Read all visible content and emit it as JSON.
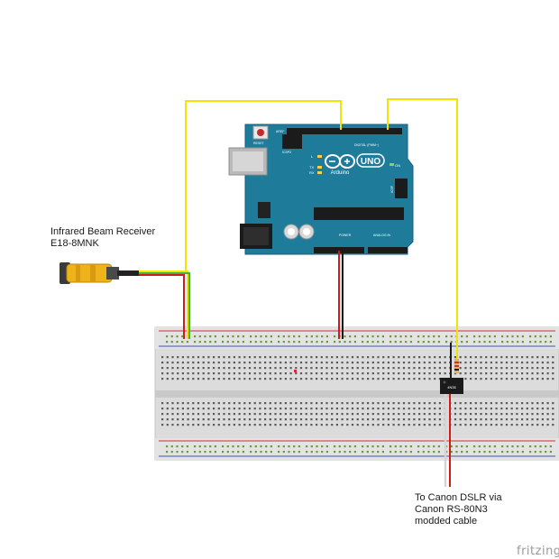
{
  "receiver": {
    "label_line1": "Infrared Beam Receiver",
    "label_line2": "E18-8MNK"
  },
  "output": {
    "label_line1": "To Canon DSLR via",
    "label_line2": "Canon RS-80N3",
    "label_line3": "modded cable"
  },
  "arduino": {
    "logo_text": "Arduino",
    "model": "UNO",
    "on_label": "ON",
    "l_label": "L",
    "tx_label": "TX",
    "rx_label": "RX",
    "reset_label": "RESET",
    "icsp_label": "ICSP",
    "icsp2_label": "ICSP2",
    "digital_label": "DIGITAL (PWM~)",
    "power_label": "POWER",
    "analog_label": "ANALOG IN",
    "aref_label": "AREF"
  },
  "optocoupler": {
    "label": "4N35"
  },
  "brand": {
    "text": "fritzing"
  },
  "colors": {
    "board": "#1f7b9a",
    "wire_yellow": "#f2e400",
    "wire_red": "#d11b1b",
    "wire_green": "#3fb23a",
    "wire_black": "#1a1a1a",
    "wire_white": "#e6e6e6",
    "breadboard": "#dcdcdc",
    "rail_red": "#cf2f2f",
    "rail_blue": "#3b56b8"
  }
}
